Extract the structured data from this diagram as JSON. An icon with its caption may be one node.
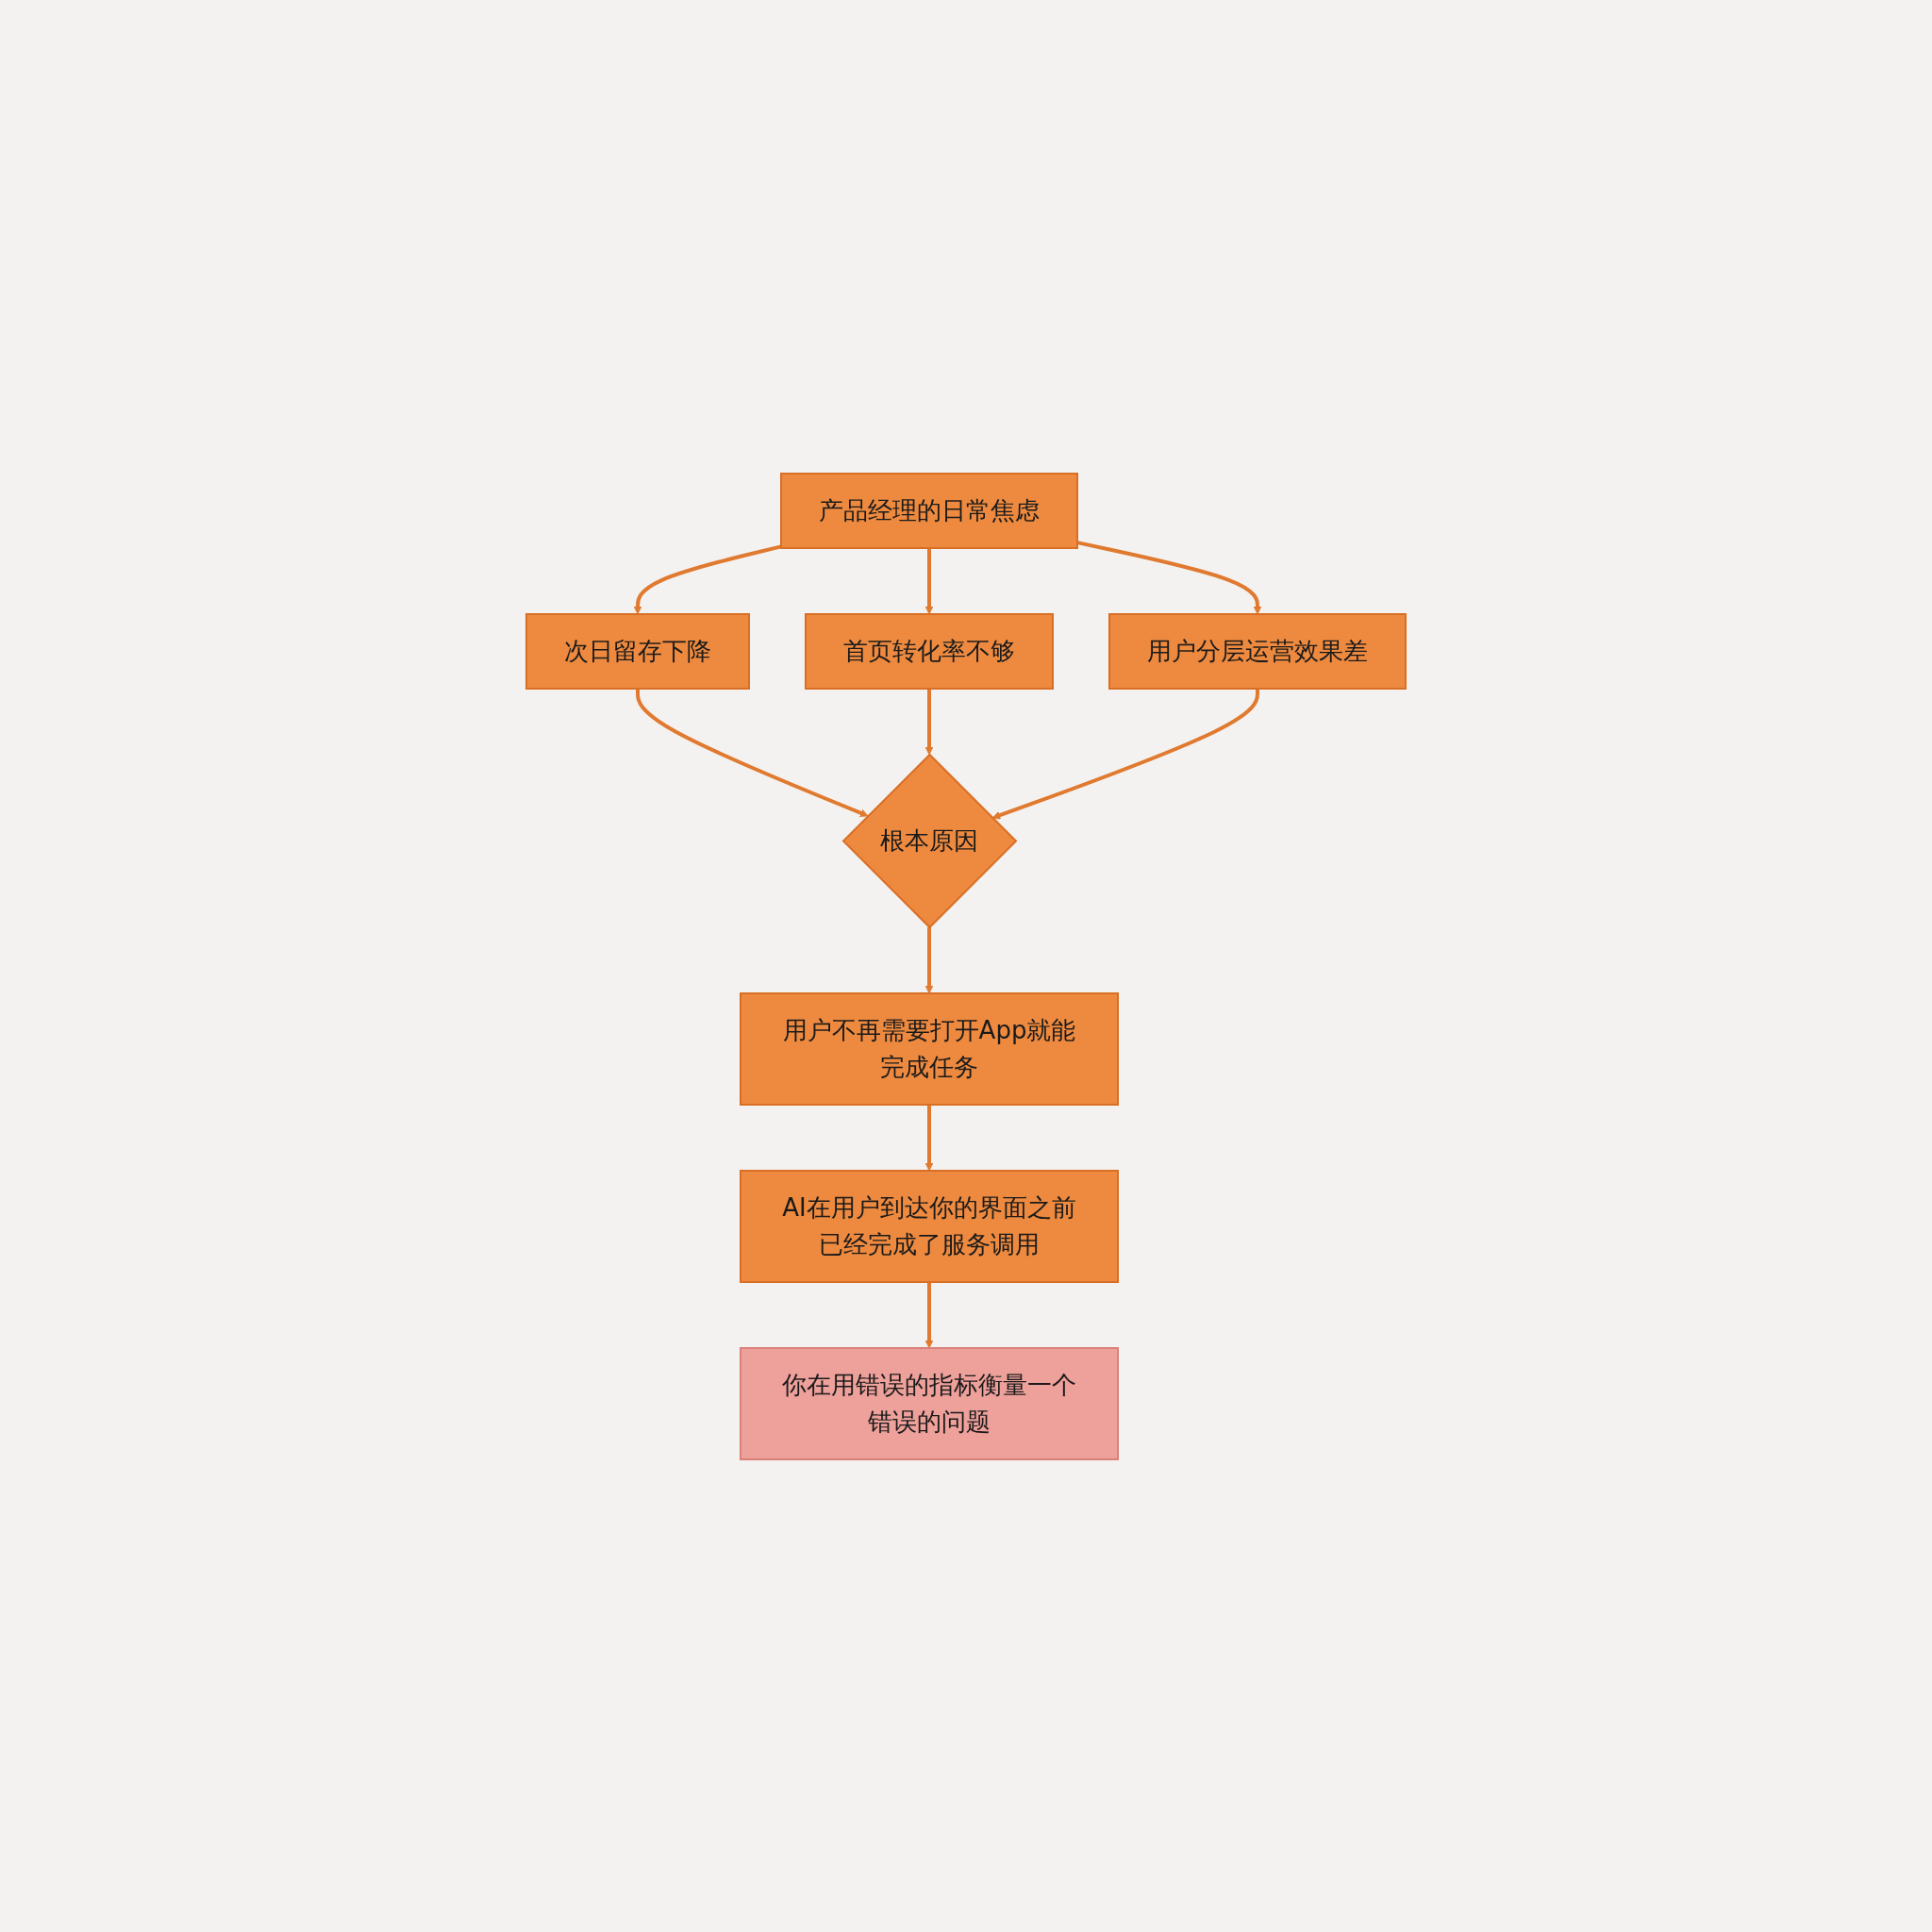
{
  "diagram": {
    "nodes": [
      {
        "text": [
          "产品经理的日常焦虑"
        ]
      },
      {
        "text": [
          "次日留存下降"
        ]
      },
      {
        "text": [
          "首页转化率不够"
        ]
      },
      {
        "text": [
          "用户分层运营效果差"
        ]
      },
      {
        "text": [
          "根本原因"
        ]
      },
      {
        "text": [
          "用户不再需要打开App就能完成任务"
        ]
      },
      {
        "text": [
          "AI在用户到达你的界面之前已经完成了服务调用"
        ]
      },
      {
        "text": [
          "你在用错误的指标衡量一个错误的问题"
        ]
      }
    ],
    "edges": [
      {
        "from": 0,
        "to": 1,
        "arrow": "to"
      },
      {
        "from": 0,
        "to": 2,
        "arrow": "to"
      },
      {
        "from": 0,
        "to": 3,
        "arrow": "to"
      },
      {
        "from": 1,
        "to": 4,
        "arrow": "to"
      },
      {
        "from": 2,
        "to": 4,
        "arrow": "to"
      },
      {
        "from": 3,
        "to": 4,
        "arrow": "to"
      },
      {
        "from": 4,
        "to": 5,
        "arrow": "to"
      },
      {
        "from": 5,
        "to": 6,
        "arrow": "to"
      },
      {
        "from": 6,
        "to": 7,
        "arrow": "to"
      }
    ]
  }
}
